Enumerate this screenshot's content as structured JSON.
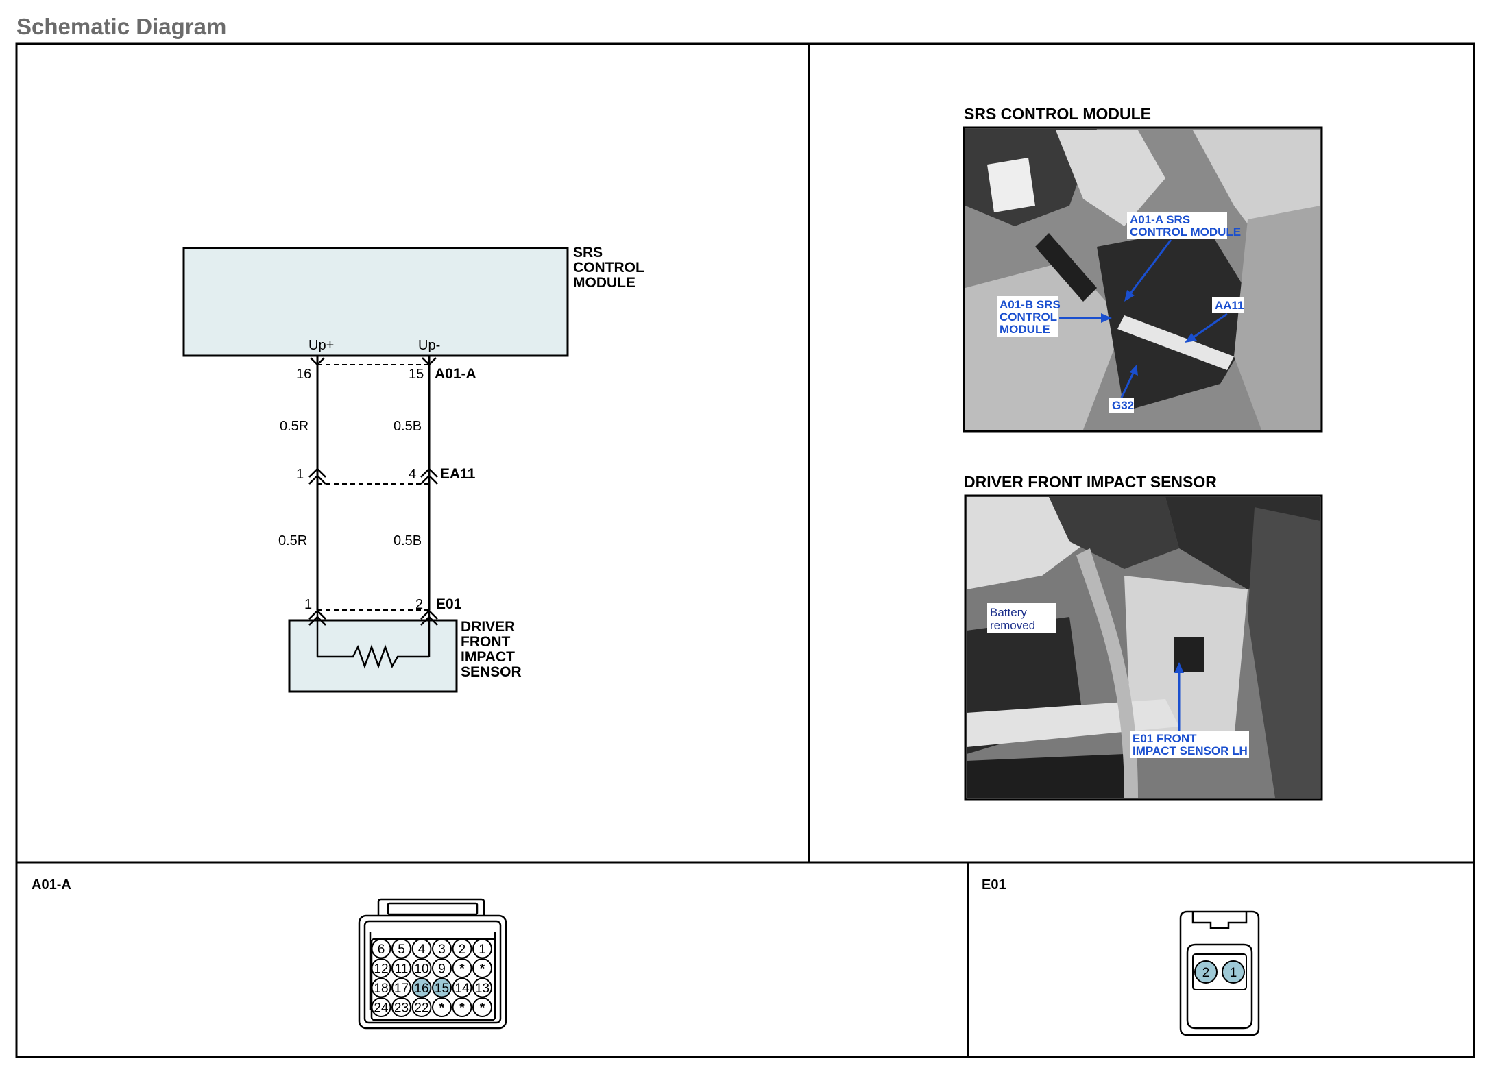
{
  "page": {
    "title": "Schematic Diagram"
  },
  "schematic": {
    "srs_module": {
      "label": [
        "SRS",
        "CONTROL",
        "MODULE"
      ],
      "pin_left": "Up+",
      "pin_right": "Up-"
    },
    "connector_a01a": {
      "name": "A01-A",
      "pin_left": "16",
      "pin_right": "15"
    },
    "wires_upper": {
      "left": "0.5R",
      "right": "0.5B"
    },
    "connector_ea11": {
      "name": "EA11",
      "pin_left": "1",
      "pin_right": "4"
    },
    "wires_lower": {
      "left": "0.5R",
      "right": "0.5B"
    },
    "connector_e01": {
      "name": "E01",
      "pin_left": "1",
      "pin_right": "2"
    },
    "sensor": {
      "label": [
        "DRIVER",
        "FRONT",
        "IMPACT",
        "SENSOR"
      ]
    }
  },
  "photos": {
    "srs": {
      "title": "SRS CONTROL MODULE",
      "labels": {
        "a01a": [
          "A01-A SRS",
          "CONTROL MODULE"
        ],
        "a01b": [
          "A01-B SRS",
          "CONTROL",
          "MODULE"
        ],
        "aa11": "AA11",
        "g32": "G32"
      }
    },
    "sensor": {
      "title": "DRIVER FRONT IMPACT SENSOR",
      "labels": {
        "battery": [
          "Battery",
          "removed"
        ],
        "e01": [
          "E01 FRONT",
          "IMPACT SENSOR LH"
        ]
      }
    }
  },
  "connectors": {
    "a01a": {
      "title": "A01-A",
      "rows": [
        [
          "6",
          "5",
          "4",
          "3",
          "2",
          "1"
        ],
        [
          "12",
          "11",
          "10",
          "9",
          "*",
          "*"
        ],
        [
          "18",
          "17",
          "16",
          "15",
          "14",
          "13"
        ],
        [
          "24",
          "23",
          "22",
          "*",
          "*",
          "*"
        ]
      ],
      "highlighted": [
        "16",
        "15"
      ]
    },
    "e01": {
      "title": "E01",
      "pins": [
        "2",
        "1"
      ]
    }
  },
  "colors": {
    "module_fill": "#e3eef0",
    "pin_highlight": "#9ec9d6",
    "label_blue": "#1a4fcf",
    "title_gray": "#6b6b6b"
  }
}
